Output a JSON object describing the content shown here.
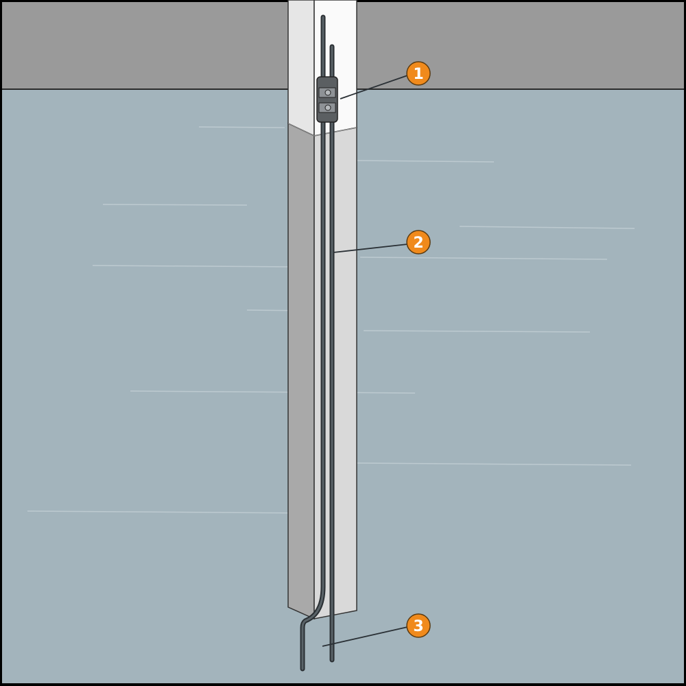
{
  "figure": {
    "type": "technical-illustration",
    "subject": "post with two rods attached via bracket",
    "colors": {
      "frame": "#000000",
      "ceiling": "#9a9a9a",
      "water": "#a3b4bc",
      "post_front": "#d9d9d9",
      "post_side": "#a9a9a9",
      "post_top_front": "#f4f4f4",
      "post_top_side": "#cfcfcf",
      "rod": "#3c4348",
      "callout_fill": "#f08a1c",
      "callout_stroke": "#5a3a10",
      "leader": "#2a3035"
    }
  },
  "callouts": [
    {
      "number": "1",
      "label": "1"
    },
    {
      "number": "2",
      "label": "2"
    },
    {
      "number": "3",
      "label": "3"
    }
  ]
}
